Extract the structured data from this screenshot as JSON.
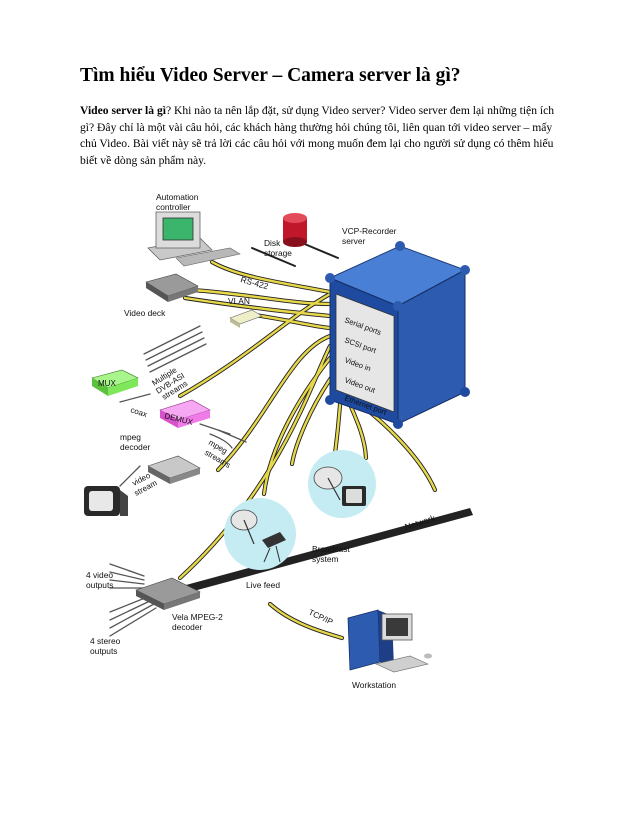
{
  "title": "Tìm hiểu Video Server – Camera server là gì?",
  "intro": {
    "lead": "Video server là gì",
    "text": "? Khi nào ta nên lắp đặt, sử dụng Video server? Video server đem lại những tiện ích gì? Đây chỉ là một vài câu hỏi, các khách hàng thường hỏi chúng tôi, liên quan tới video server – mấy chủ Video. Bài viết này sẽ trả lời các câu hỏi với mong muốn đem lại cho người sử dụng có thêm hiểu biết về dòng sản phẩm này."
  },
  "diagram": {
    "automation_controller": [
      "Automation",
      "controller"
    ],
    "disk_storage": [
      "Disk",
      "storage"
    ],
    "vcp_recorder": [
      "VCP-Recorder",
      "server"
    ],
    "rs422": "RS-422",
    "vlan": "VLAN",
    "video_deck": "Video deck",
    "ports": [
      "Serial ports",
      "SCSI port",
      "Video in",
      "Video out",
      "Ethernet port"
    ],
    "multiple_dvb": [
      "Multiple",
      "DVB-ASI",
      "streams"
    ],
    "mux": "MUX",
    "coax": "coax",
    "demux": "DEMUX",
    "mpeg_decoder": [
      "mpeg",
      "decoder"
    ],
    "mpeg_streams": [
      "mpeg",
      "streams"
    ],
    "video_stream": [
      "video",
      "stream"
    ],
    "network": "Network",
    "broadcast_system": [
      "Broadcast",
      "system"
    ],
    "live_feed": "Live feed",
    "four_video_outputs": [
      "4 video",
      "outputs"
    ],
    "vela_decoder": [
      "Vela MPEG-2",
      "decoder"
    ],
    "four_stereo_outputs": [
      "4 stereo",
      "outputs"
    ],
    "tcpip": "TCP/IP",
    "workstation": "Workstation",
    "colors": {
      "server": "#2d5bb0",
      "cable": "#e7d84a",
      "mux": "#7ee85a",
      "demux": "#f07ae8",
      "disk": "#c0182a"
    }
  }
}
